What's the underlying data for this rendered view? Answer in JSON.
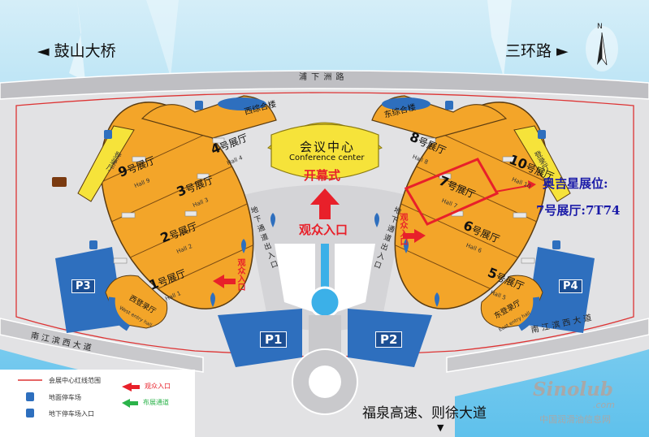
{
  "roads": {
    "top_left": "◄ 鼓山大桥",
    "top_right": "三环路 ►",
    "bottom": "福泉高速、则徐大道",
    "top_arc": "浦 下 洲 路",
    "left_road": "南 江 滨 西 大 道",
    "right_road": "南 江 滨 西 大 道",
    "left_tunnel": "地 下 通 道 出 入 口",
    "right_tunnel": "地 下 通 道 出 入 口"
  },
  "compass": {
    "north_label": "N"
  },
  "center": {
    "name_cn": "会议中心",
    "name_en": "Conference center",
    "ceremony": "开幕式"
  },
  "audience_entrance": "观众入口",
  "side_entrance_left": "观众入口",
  "side_entrance_right": "观众入口",
  "halls": [
    {
      "num": "1",
      "cn": "号展厅",
      "en": "Hall 1"
    },
    {
      "num": "2",
      "cn": "号展厅",
      "en": "Hall 2"
    },
    {
      "num": "3",
      "cn": "号展厅",
      "en": "Hall 3"
    },
    {
      "num": "4",
      "cn": "号展厅",
      "en": "Hall 4"
    },
    {
      "num": "5",
      "cn": "号展厅",
      "en": "Hall 5"
    },
    {
      "num": "6",
      "cn": "号展厅",
      "en": "Hall 6"
    },
    {
      "num": "7",
      "cn": "号展厅",
      "en": "Hall 7"
    },
    {
      "num": "8",
      "cn": "号展厅",
      "en": "Hall 8"
    },
    {
      "num": "9",
      "cn": "号展厅",
      "en": "Hall 9"
    },
    {
      "num": "10",
      "cn": "号展厅",
      "en": "Hall 10"
    }
  ],
  "buildings": {
    "west_complex": "西综合楼",
    "east_complex": "东综合楼",
    "west_entry_cn": "西登录厅",
    "west_entry_en": "West entry hall",
    "east_entry_cn": "东登录厅",
    "east_entry_en": "East entry hall",
    "west_wing": "登录厅",
    "east_wing": "登录厅"
  },
  "parking": [
    "P1",
    "P2",
    "P3",
    "P4"
  ],
  "booth": {
    "title": "奥吉星展位:",
    "location": "7号展厅:7T74"
  },
  "legend": [
    {
      "key": "boundary",
      "label": "会展中心红线范围"
    },
    {
      "key": "audience",
      "label": "观众入口"
    },
    {
      "key": "parking",
      "label": "地面停车场"
    },
    {
      "key": "passage",
      "label": "布展通道"
    },
    {
      "key": "underground",
      "label": "地下停车场入口"
    }
  ],
  "watermark": {
    "brand": "Sinolub",
    "domain": ".com",
    "site": "中国润滑油信息网"
  },
  "colors": {
    "water": "#2ea8e6",
    "hall": "#f3a529",
    "road": "#c9c9cc",
    "parking": "#2e6fbe",
    "highlight": "#e8202a",
    "yellow": "#f6e33a"
  }
}
